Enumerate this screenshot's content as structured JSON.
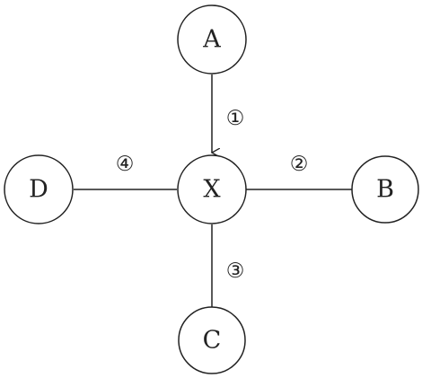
{
  "colors": {
    "stroke": "#222222",
    "background": "#ffffff"
  },
  "nodes": {
    "a": {
      "label": "A"
    },
    "b": {
      "label": "B"
    },
    "c": {
      "label": "C"
    },
    "d": {
      "label": "D"
    },
    "x": {
      "label": "X"
    }
  },
  "edges": {
    "a_to_x": {
      "label": "①",
      "from": "A",
      "to": "X",
      "directed": true
    },
    "x_b": {
      "label": "②",
      "from": "X",
      "to": "B",
      "directed": false
    },
    "x_c": {
      "label": "③",
      "from": "X",
      "to": "C",
      "directed": false
    },
    "d_x": {
      "label": "④",
      "from": "D",
      "to": "X",
      "directed": false
    }
  }
}
